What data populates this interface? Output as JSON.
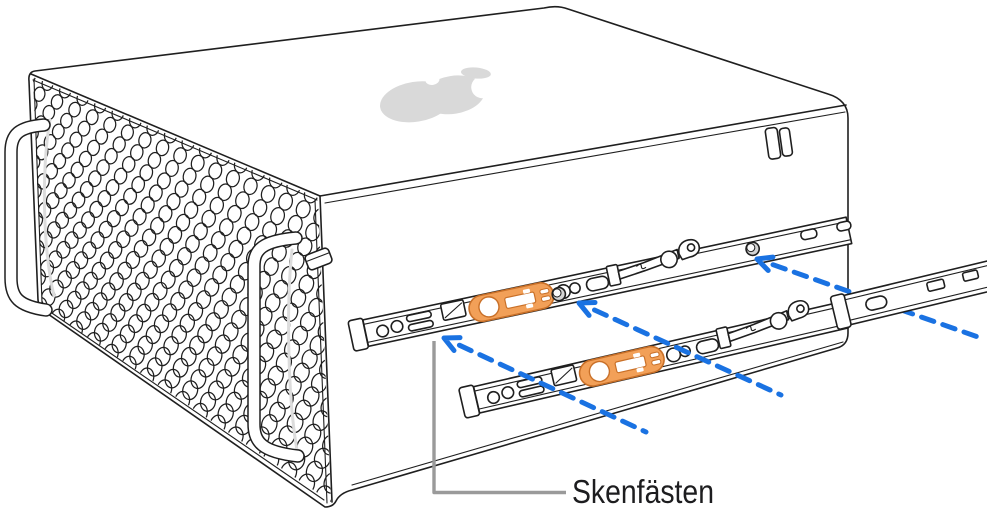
{
  "callout": {
    "label": "Skenfästen"
  },
  "figure": {
    "arrow_count": 3,
    "rail_count": 3,
    "subject": "mac-pro-rack-side-rail-installation"
  },
  "icons": {
    "apple_logo": "apple-logo-icon",
    "install_arrow": "dashed-arrow-icon",
    "rail_latch": "orange-latch-handle"
  },
  "colors": {
    "line": "#1f1f1f",
    "thin_line": "#2a2a2a",
    "arrow_blue": "#1a72e2",
    "bracket_orange": "#f2a058",
    "bracket_orange_outline": "#c97028",
    "callout_gray": "#9a9a9a",
    "logo_gray": "#d9d9d9",
    "label_text": "#1d1d1f",
    "background": "#ffffff"
  }
}
